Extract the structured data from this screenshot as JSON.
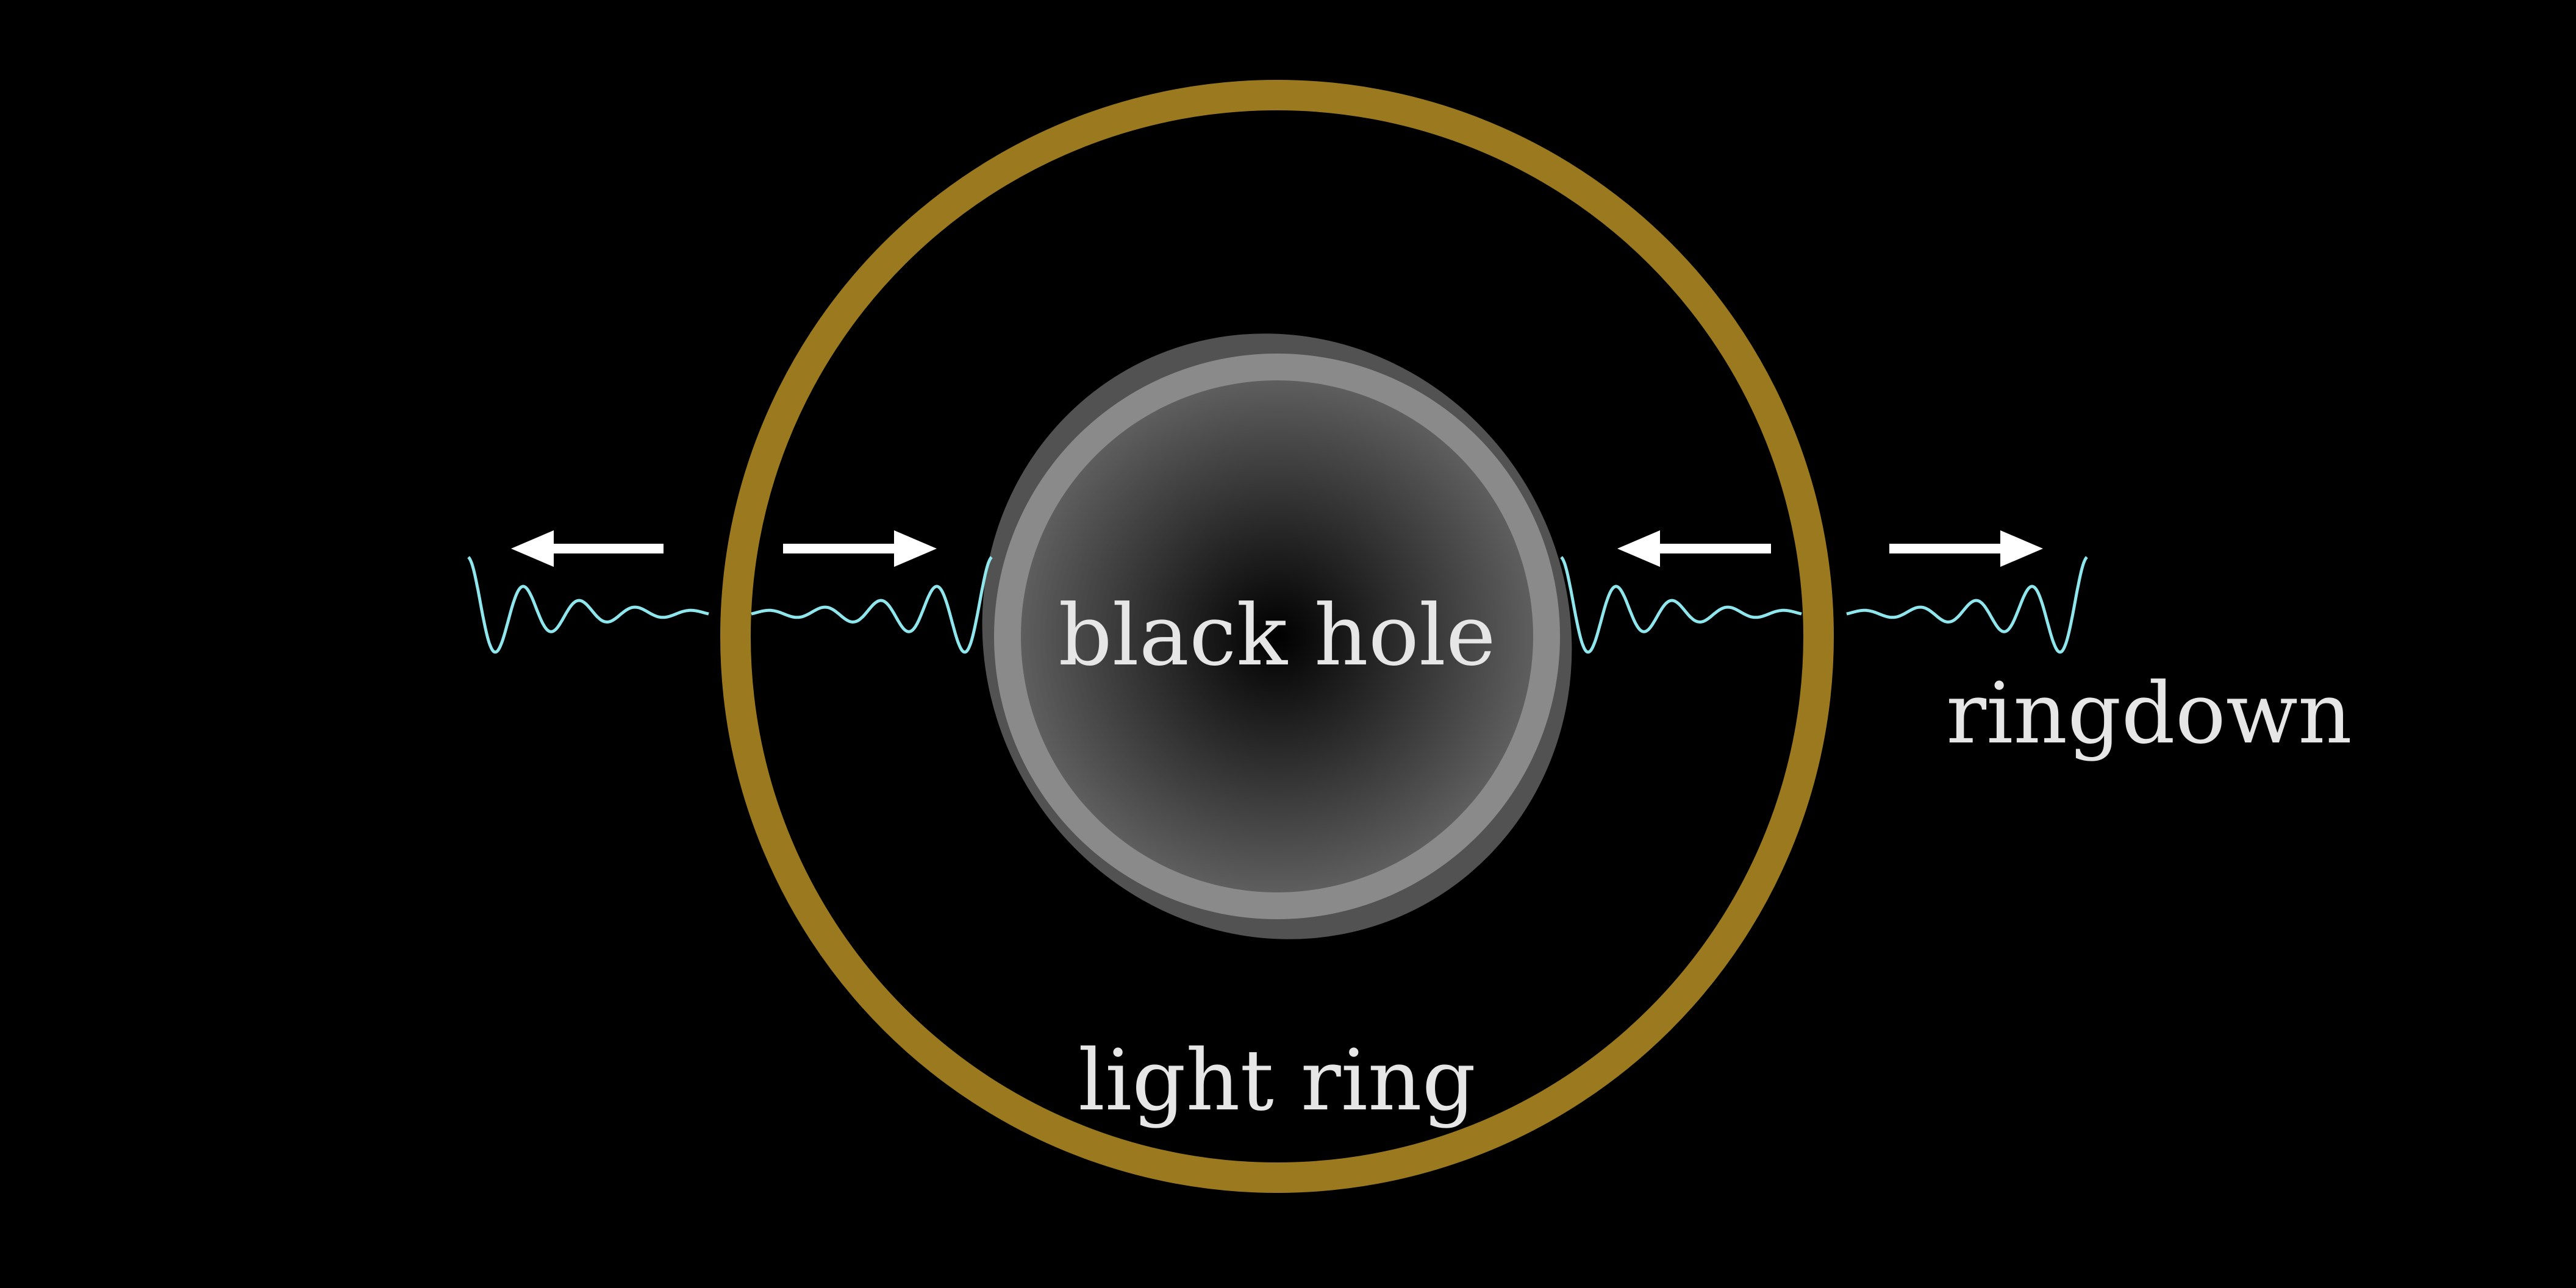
{
  "labels": {
    "black_hole": "black hole",
    "light_ring": "light ring",
    "ringdown": "ringdown"
  },
  "colors": {
    "background": "#000000",
    "light_ring": "#9b7a1f",
    "wave": "#8fe6ec",
    "arrow": "#ffffff",
    "text": "#e6e6e6",
    "horizon_outer": "#595959",
    "horizon_inner_rim": "#8a8a8a"
  },
  "icons": {
    "wave": "damped-oscillation-wave",
    "arrow_left": "arrow-left",
    "arrow_right": "arrow-right"
  }
}
